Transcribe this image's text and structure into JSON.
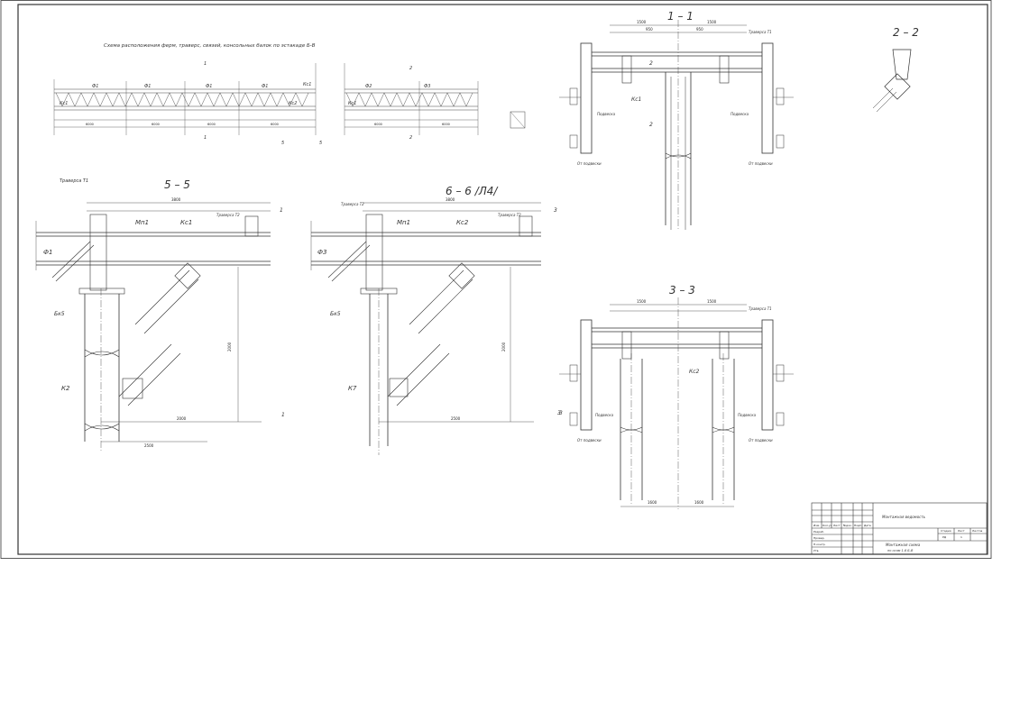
{
  "sheet": {
    "plan_title": "Схема расположения ферм, траверс, связей, консольных балок по эстакаде Б-В",
    "section_titles": [
      "1 – 1",
      "2 – 2",
      "3 – 3",
      "5 – 5",
      "6 – 6 /Л4/"
    ]
  },
  "plan": {
    "truss_marks": [
      "Ф1",
      "Ф1",
      "Ф1",
      "Ф1",
      "Ф2",
      "Ф3"
    ],
    "bay_dims": [
      "6000",
      "6000",
      "6000",
      "6000",
      "6000",
      "6000"
    ],
    "axis_labels": [
      "5",
      "5",
      "1",
      "1",
      "2",
      "2"
    ],
    "member_marks": [
      "Кс1",
      "Кс1",
      "Кс2",
      "Кс1"
    ]
  },
  "section_1_1": {
    "dims": [
      "1500",
      "1500",
      "950",
      "950"
    ],
    "labels": [
      "Траверса Т1",
      "Кс1",
      "Подвеска",
      "Подвеска",
      "От подвески",
      "От подвески",
      "2",
      "2"
    ]
  },
  "section_3_3": {
    "dims": [
      "1500",
      "1500",
      "1600",
      "1600"
    ],
    "labels": [
      "Траверса Т1",
      "Кс2",
      "Подвеска",
      "Подвеска",
      "От подвески",
      "От подвески",
      "3"
    ]
  },
  "section_5_5": {
    "dims": [
      "3800",
      "2000",
      "2000",
      "2500"
    ],
    "labels": [
      "Траверса Т1",
      "Мп1",
      "Кс1",
      "Траверса Т2",
      "Ф1",
      "Бк5",
      "К2",
      "1",
      "1"
    ]
  },
  "section_6_6": {
    "dims": [
      "3800",
      "2000",
      "2500"
    ],
    "labels": [
      "Траверса Т2",
      "Мп1",
      "Кс2",
      "Траверса Т2",
      "Ф3",
      "Бк5",
      "К7",
      "3",
      "3"
    ]
  },
  "title_block": {
    "header_cells": [
      "Изм.",
      "Кол.уч",
      "Лист",
      "№док.",
      "Подп.",
      "Дата"
    ],
    "role_cells": [
      "Разраб.",
      "Провер.",
      "Н.контр.",
      "Утв."
    ],
    "project_name": "Монтажная ведомость",
    "stage_headers": [
      "Стадия",
      "Лист",
      "Листов"
    ],
    "stage_values": [
      "РД",
      "1",
      ""
    ],
    "drawing_name": "Монтажная схема",
    "drawing_subtitle": "по осям 1-6 Б-В"
  },
  "colors": {
    "ink": "#222222",
    "paper": "#ffffff"
  }
}
